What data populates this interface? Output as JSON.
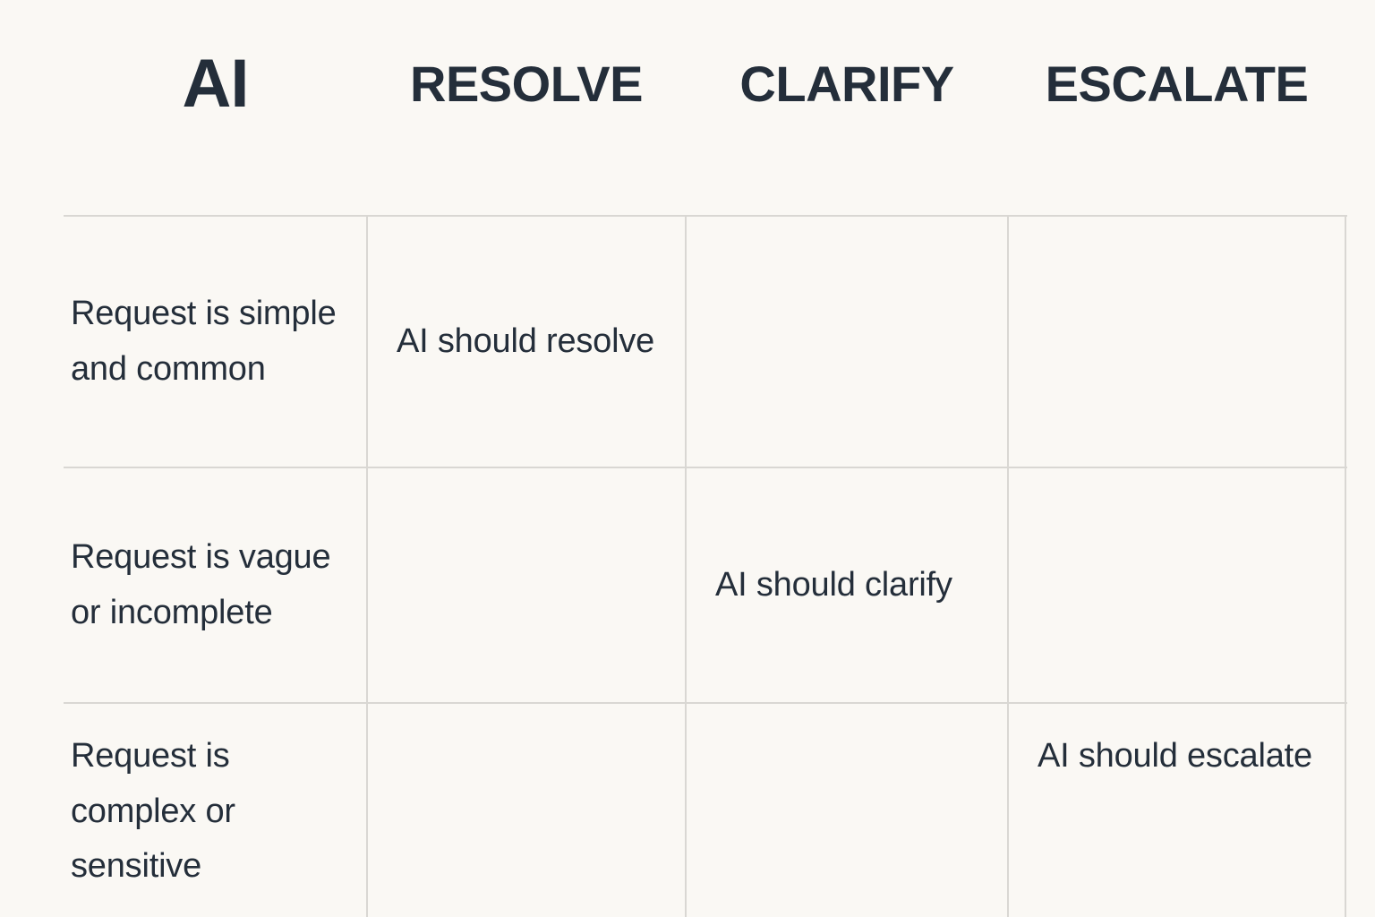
{
  "matrix": {
    "corner_title": "AI",
    "columns": [
      {
        "label": "RESOLVE"
      },
      {
        "label": "CLARIFY"
      },
      {
        "label": "ESCALATE"
      }
    ],
    "rows": [
      {
        "label": "Request is simple and common",
        "cells": [
          "AI should resolve",
          "",
          ""
        ]
      },
      {
        "label": "Request is vague or incomplete",
        "cells": [
          "",
          "AI should clarify",
          ""
        ]
      },
      {
        "label": "Request is complex or sensitive",
        "cells": [
          "",
          "",
          "AI should escalate"
        ]
      }
    ]
  },
  "colors": {
    "background": "#faf8f4",
    "text": "#242e3a",
    "border": "#d9d7d3"
  }
}
